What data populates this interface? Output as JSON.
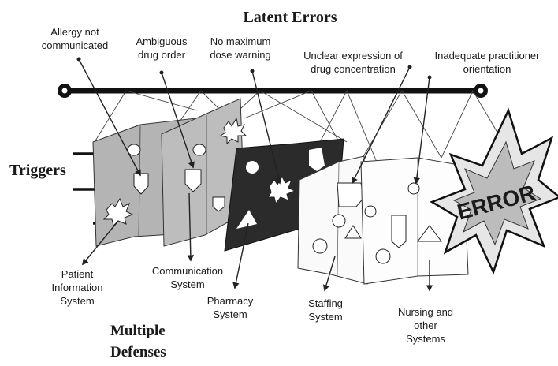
{
  "title": "Latent Errors",
  "triggers_label": "Triggers",
  "defenses_label": [
    "Multiple",
    "Defenses"
  ],
  "error_label": "ERROR",
  "latent_errors": [
    [
      "Allergy not",
      "communicated"
    ],
    [
      "Ambiguous",
      "drug order"
    ],
    [
      "No maximum",
      "dose warning"
    ],
    [
      "Unclear expression of",
      "drug concentration"
    ],
    [
      "Inadequate practitioner",
      "orientation"
    ]
  ],
  "systems": [
    [
      "Patient",
      "Information",
      "System"
    ],
    [
      "Communication",
      "System"
    ],
    [
      "Pharmacy",
      "System"
    ],
    [
      "Staffing",
      "System"
    ],
    [
      "Nursing and",
      "other",
      "Systems"
    ]
  ]
}
